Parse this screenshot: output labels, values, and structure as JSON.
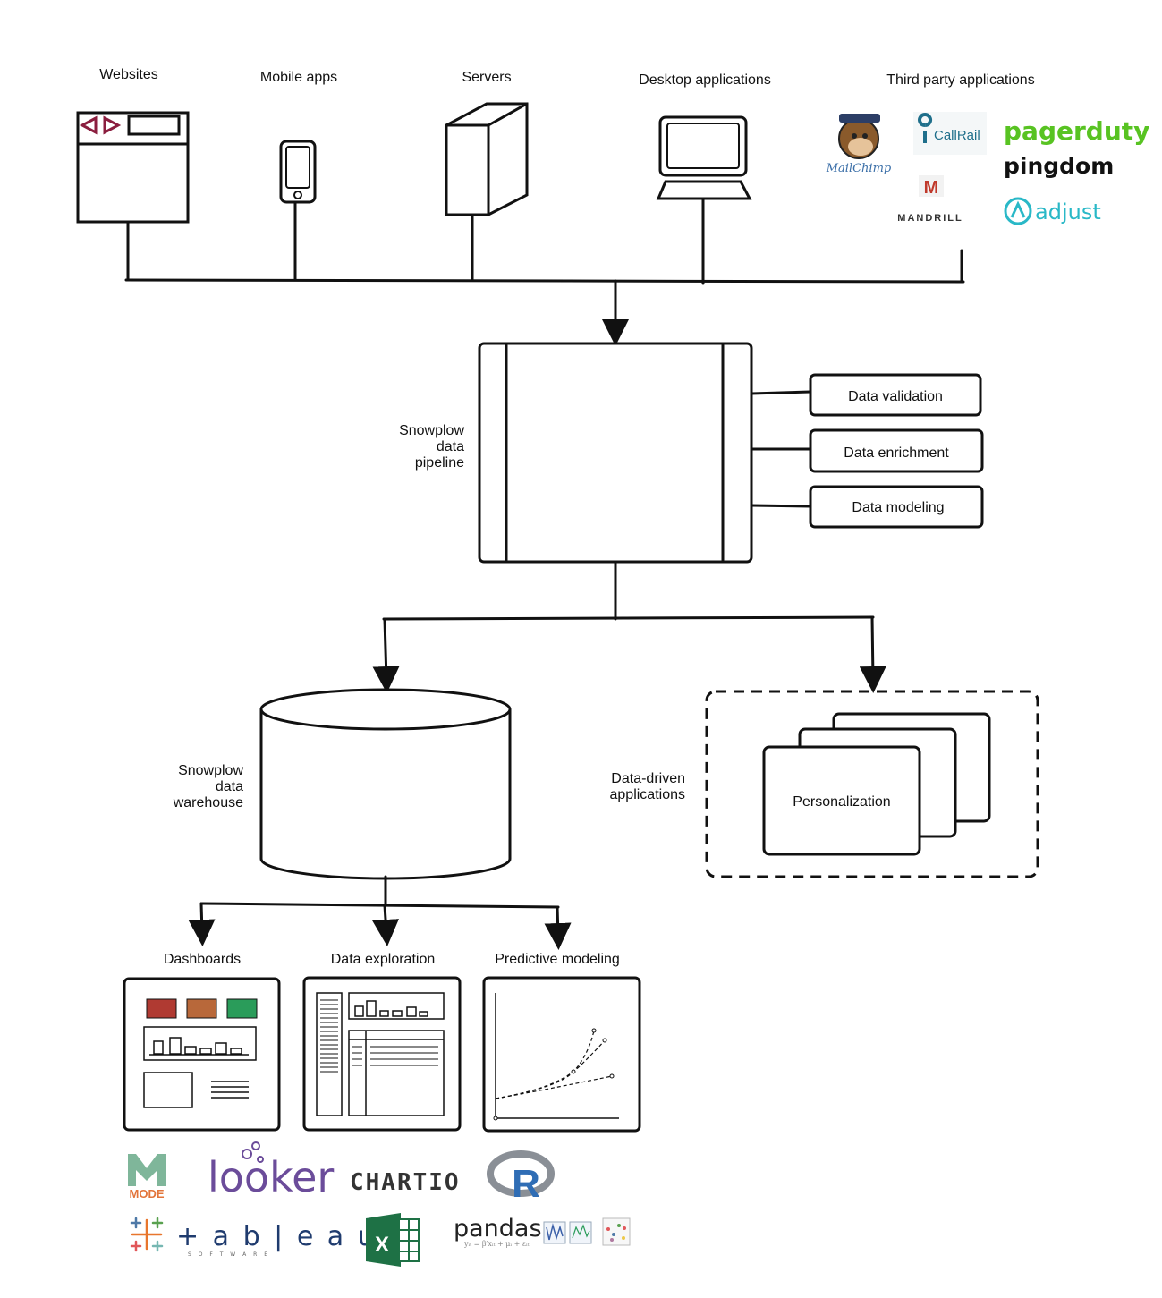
{
  "sources": {
    "websites": "Websites",
    "mobile_apps": "Mobile apps",
    "servers": "Servers",
    "desktop_applications": "Desktop applications",
    "third_party_applications": "Third party applications"
  },
  "third_party_logos": {
    "mailchimp": "MailChimp",
    "callrail": "CallRail",
    "pagerduty": "pagerduty",
    "pingdom": "pingdom",
    "mandrill": "MANDRILL",
    "mandrill_mark": "M",
    "adjust": "adjust"
  },
  "pipeline": {
    "label_line1": "Snowplow",
    "label_line2": "data",
    "label_line3": "pipeline",
    "steps": [
      "Data validation",
      "Data enrichment",
      "Data modeling"
    ]
  },
  "warehouse": {
    "label_line1": "Snowplow",
    "label_line2": "data",
    "label_line3": "warehouse"
  },
  "applications": {
    "label_line1": "Data-driven",
    "label_line2": "applications",
    "card": "Personalization"
  },
  "consumers": {
    "dashboards": "Dashboards",
    "data_exploration": "Data exploration",
    "predictive_modeling": "Predictive modeling"
  },
  "tool_logos": {
    "mode": "MODE",
    "looker": "looker",
    "chartio": "CHARTIO",
    "r": "R",
    "tableau": "+ a b | e a u",
    "tableau_sub": "S O F T W A R E",
    "excel": "X",
    "pandas": "pandas",
    "pandas_formula": "yᵢₜ = β′xᵢₜ + μᵢ + εᵢₜ"
  },
  "colors": {
    "tile_red": "#b03a32",
    "tile_orange": "#b8683a",
    "tile_green": "#2a9c5a",
    "pagerduty_green": "#58c322",
    "adjust_teal": "#29b8c7",
    "callrail_blue": "#1f6f8b",
    "mailchimp_blue": "#3b6fa8",
    "looker_purple": "#6b4c9a",
    "excel_green": "#1e7145",
    "mode_green": "#7fb69a",
    "mode_orange": "#e2743a"
  }
}
